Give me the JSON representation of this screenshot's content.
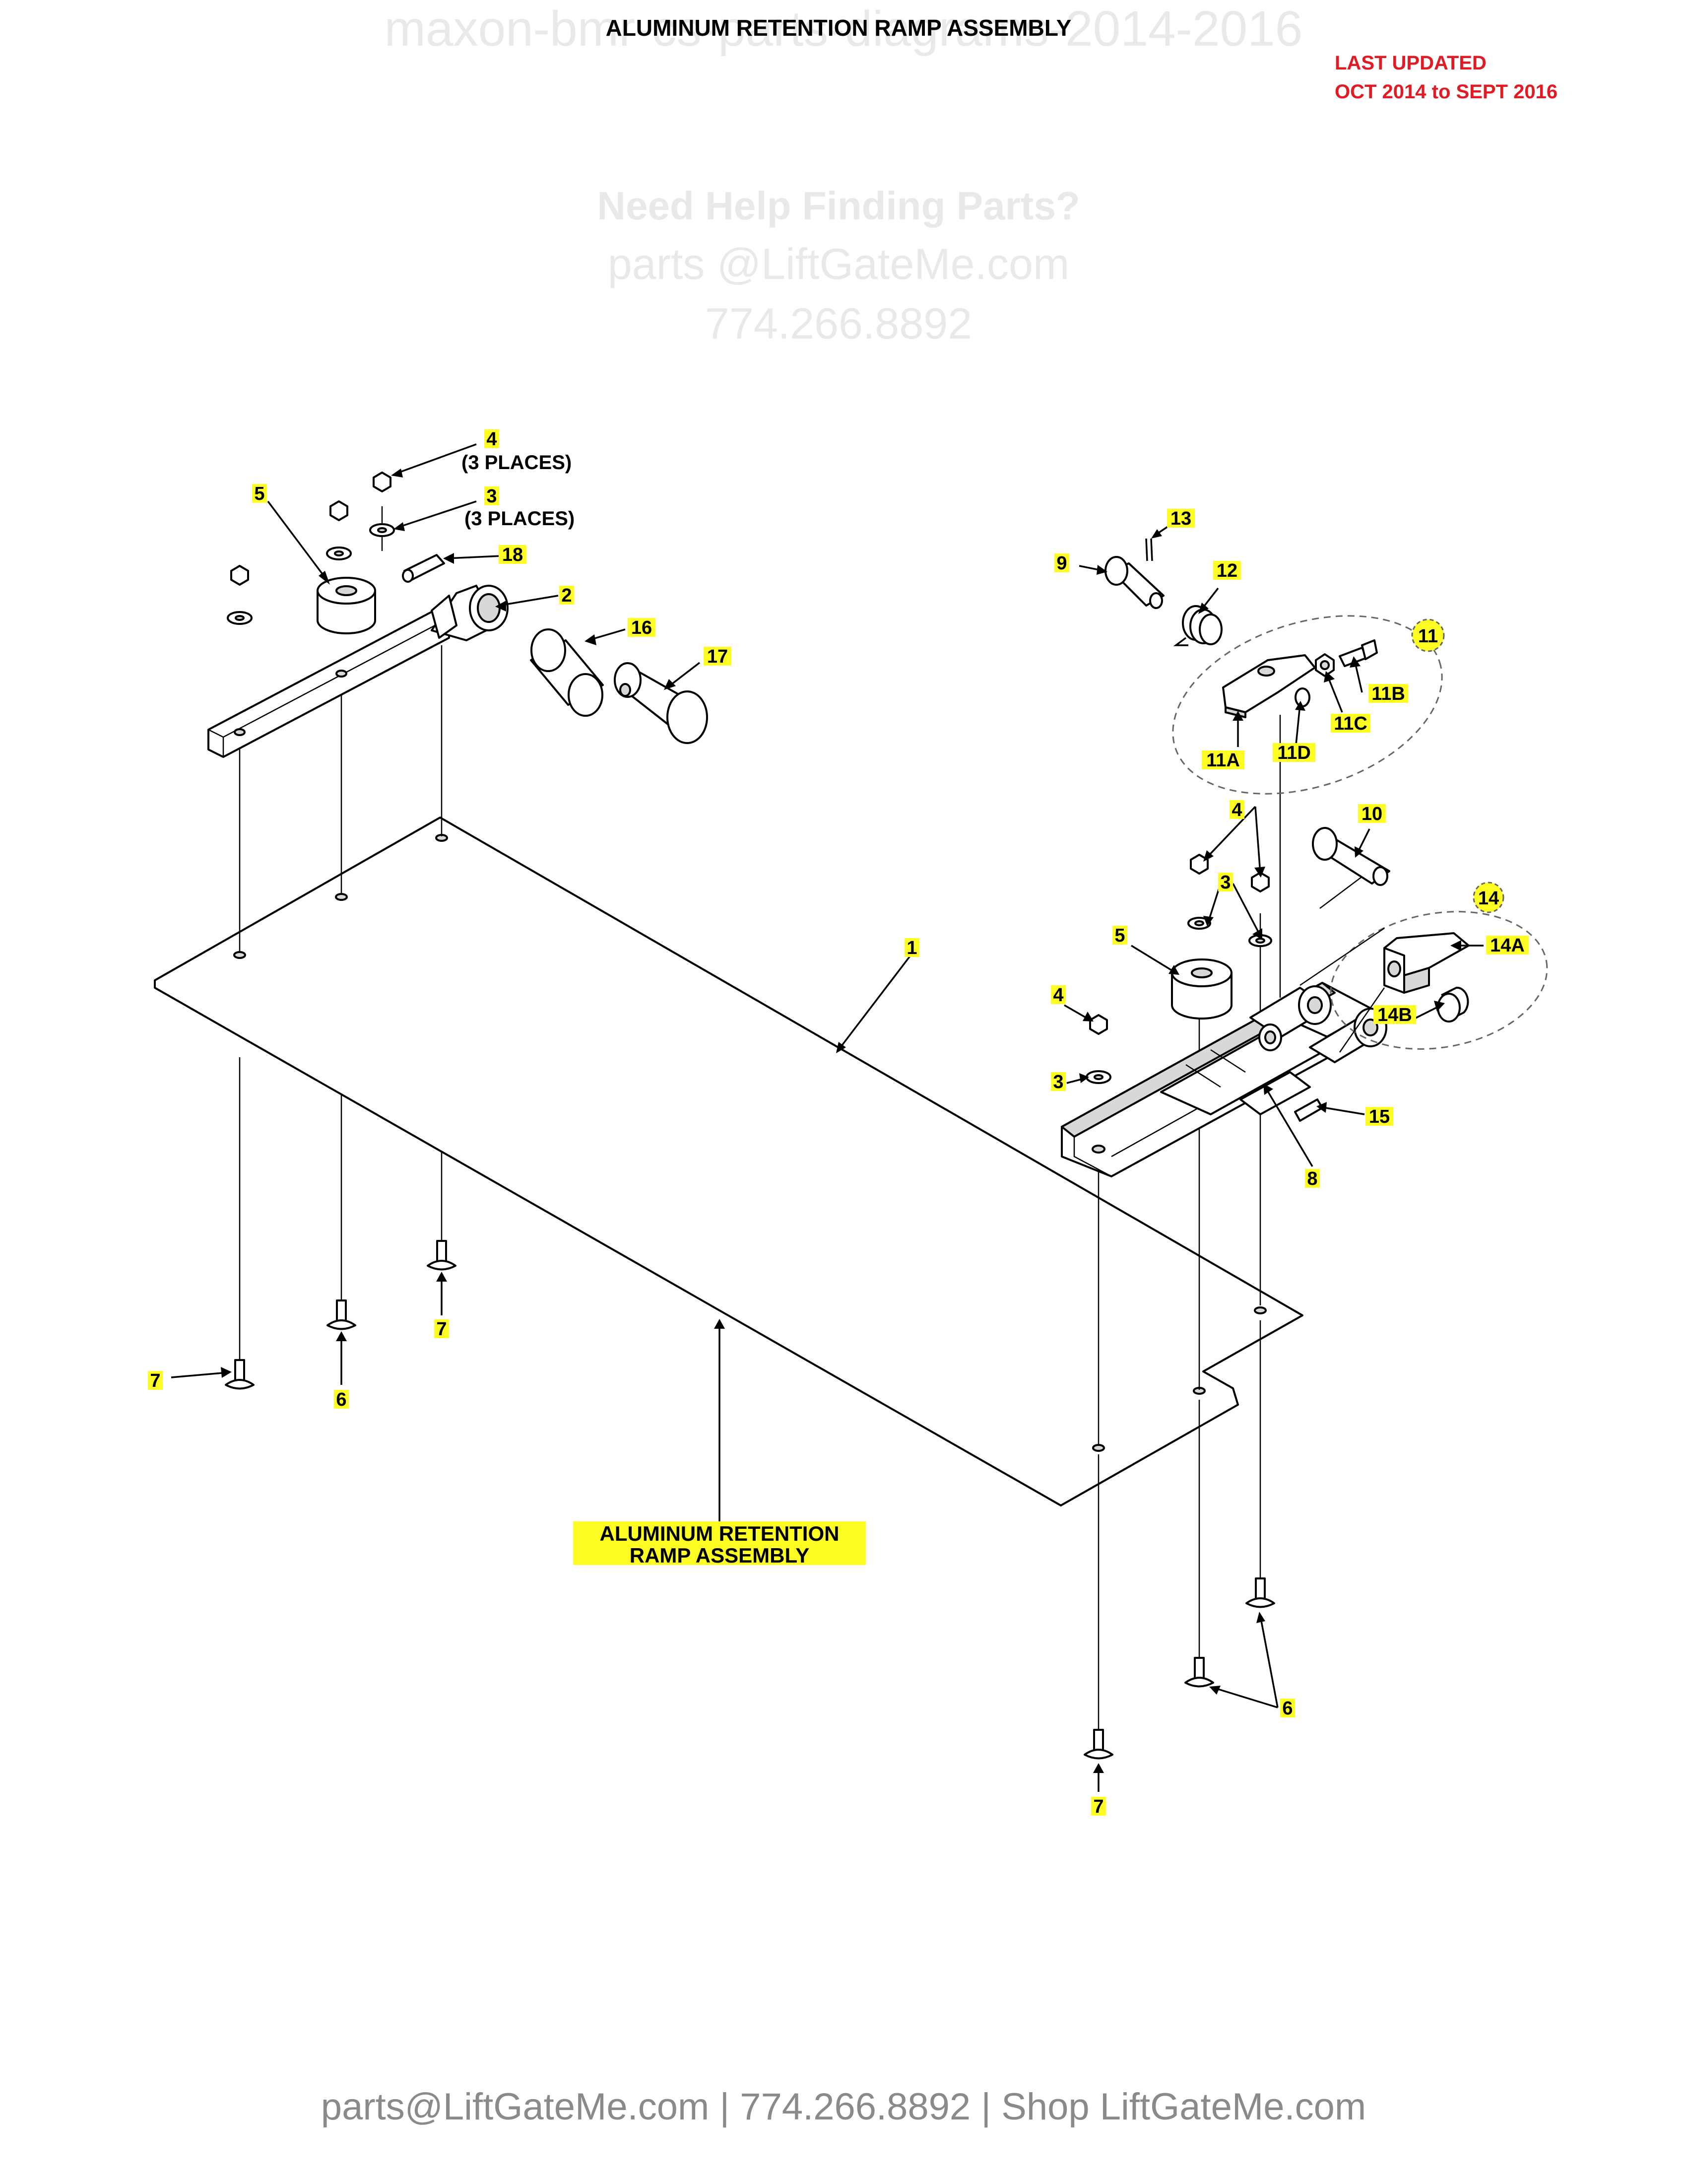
{
  "header": {
    "title": "ALUMINUM RETENTION RAMP ASSEMBLY",
    "last_updated_line1": "LAST UPDATED",
    "last_updated_line2": "OCT 2014 to SEPT 2016"
  },
  "watermarks": {
    "top_line": "maxon-bmr-cs-parts-diagrams-2014-2016",
    "help_heading": "Need Help Finding Parts?",
    "help_email": "parts @LiftGateMe.com",
    "help_phone": "774.266.8892"
  },
  "labels": {
    "p1": "1",
    "p2": "2",
    "p3a": "3",
    "p3b": "3",
    "p3c": "3",
    "p4a": "4",
    "p4b": "4",
    "p4c": "4",
    "p5a": "5",
    "p5b": "5",
    "p6a": "6",
    "p6b": "6",
    "p7a": "7",
    "p7b": "7",
    "p7c": "7",
    "p8": "8",
    "p9": "9",
    "p10": "10",
    "p11": "11",
    "p11a": "11A",
    "p11b": "11B",
    "p11c": "11C",
    "p11d": "11D",
    "p12": "12",
    "p13": "13",
    "p14": "14",
    "p14a": "14A",
    "p14b": "14B",
    "p15": "15",
    "p16": "16",
    "p17": "17",
    "p18": "18",
    "places_4": "(3 PLACES)",
    "places_3": "(3 PLACES)"
  },
  "assembly_label": {
    "line1": "ALUMINUM RETENTION",
    "line2": "RAMP ASSEMBLY"
  },
  "footer": {
    "text": "parts@LiftGateMe.com | 774.266.8892 | Shop LiftGateMe.com"
  },
  "colors": {
    "highlight": "#fdfd24",
    "updated_red": "#e01b24",
    "watermark": "#e9e9e9",
    "footer_gray": "#8a8a8a"
  }
}
